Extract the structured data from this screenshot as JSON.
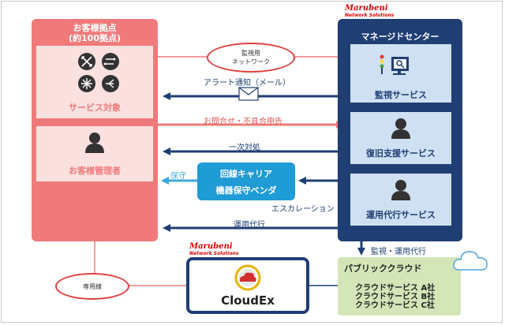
{
  "left_panel": {
    "title_line1": "お客様拠点",
    "title_line2": "(約100拠点)",
    "service_target": "サービス対象",
    "customer_admin": "お客様管理者"
  },
  "right_panel": {
    "brand_line1": "Marubeni",
    "brand_line2": "Network Solutions",
    "title": "マネージドセンター",
    "monitoring_service": "監視サービス",
    "recovery_service": "復旧支援サービス",
    "operation_service": "運用代行サービス"
  },
  "flows": {
    "monitoring_network": "監視用\nネットワーク",
    "alert": "アラート通知（メール）",
    "inquiry": "お問合せ・不具合申告",
    "first_response": "一次対処",
    "maintenance": "保守",
    "escalation": "エスカレーション",
    "operation": "運用代行",
    "monitoring_operation": "監視・運用代行",
    "dedicated_line": "専用線"
  },
  "carrier": {
    "line1": "回線キャリア",
    "line2": "機器保守ベンダ"
  },
  "cloudex": {
    "brand_line1": "Marubeni",
    "brand_line2": "Network Solutions",
    "logo_text": "CloudEx"
  },
  "public_cloud": {
    "title": "パブリッククラウド",
    "services": [
      "クラウドサービス A社",
      "クラウドサービス B社",
      "クラウドサービス C社"
    ]
  },
  "colors": {
    "pink": "#f07a7a",
    "navy": "#1f3e73",
    "light_blue": "#cfe0f3",
    "carrier_blue": "#1f9bd6",
    "cloud_green": "#d4e6b8"
  }
}
